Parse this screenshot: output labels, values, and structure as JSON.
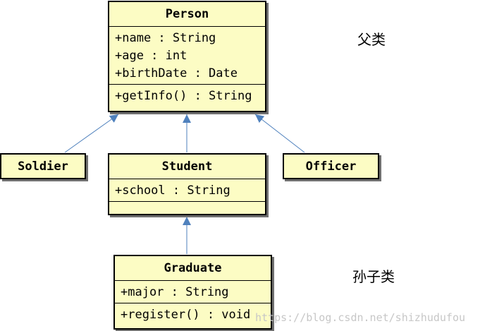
{
  "classes": {
    "person": {
      "name": "Person",
      "attributes": [
        "+name : String",
        "+age : int",
        "+birthDate : Date"
      ],
      "operations": [
        "+getInfo() : String"
      ]
    },
    "soldier": {
      "name": "Soldier"
    },
    "student": {
      "name": "Student",
      "attributes": [
        "+school : String"
      ]
    },
    "officer": {
      "name": "Officer"
    },
    "graduate": {
      "name": "Graduate",
      "attributes": [
        "+major : String"
      ],
      "operations": [
        "+register() : void"
      ]
    }
  },
  "annotations": {
    "parent_label": "父类",
    "grandchild_label": "孙子类"
  },
  "watermark": "https://blog.csdn.net/shizhudufou",
  "colors": {
    "class_fill": "#fcfcc4",
    "arrow": "#4f81bd",
    "shadow": "#6f6f6f",
    "watermark": "#c7c7c7"
  }
}
